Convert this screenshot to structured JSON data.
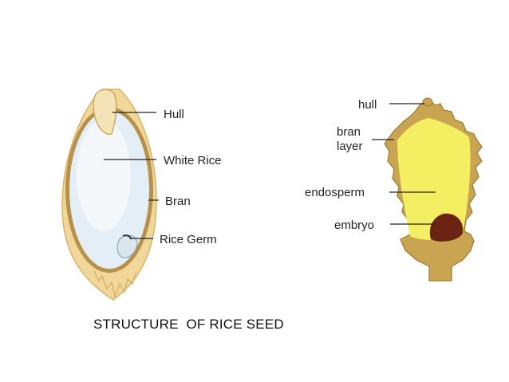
{
  "caption": "STRUCTURE  OF RICE SEED",
  "left_diagram": {
    "labels": {
      "hull": "Hull",
      "white_rice": "White Rice",
      "bran": "Bran",
      "rice_germ": "Rice Germ"
    },
    "colors": {
      "hull": "#f2d79a",
      "bran": "#b7904a",
      "white_rice": "#e4eef6"
    }
  },
  "right_diagram": {
    "labels": {
      "hull": "hull",
      "bran_line1": "bran",
      "bran_line2": "layer",
      "endosperm": "endosperm",
      "embryo": "embryo"
    },
    "colors": {
      "husk": "#c9a451",
      "endosperm": "#f4ee62",
      "embryo": "#6b2312"
    }
  }
}
